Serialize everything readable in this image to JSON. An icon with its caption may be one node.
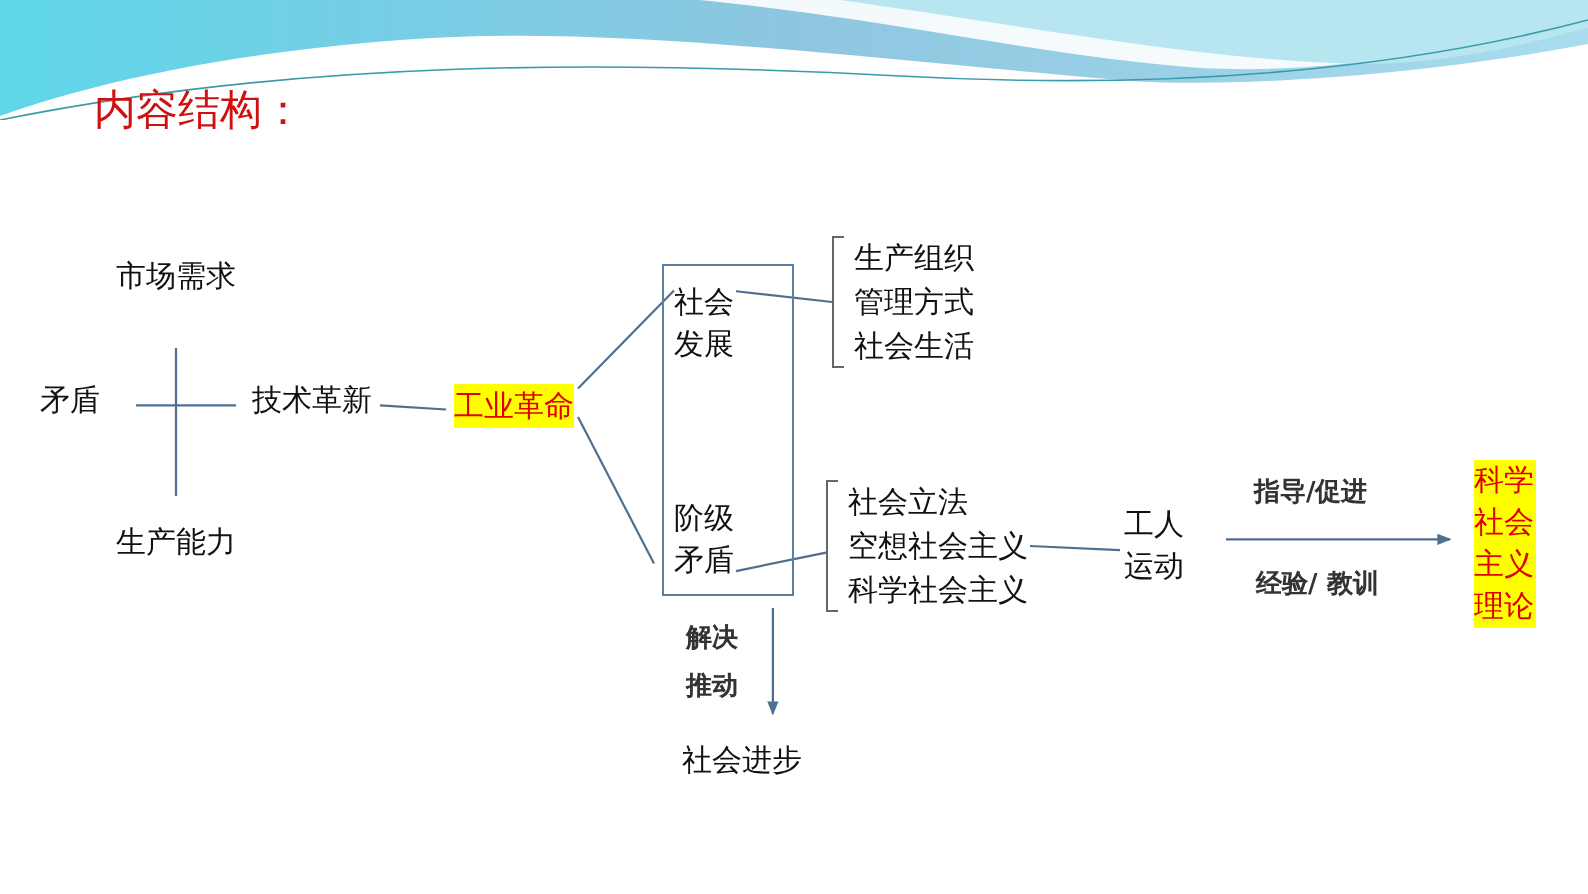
{
  "diagram": {
    "title": "内容结构：",
    "nodes": [
      {
        "text": [
          "矛盾"
        ]
      },
      {
        "text": [
          "市场需求"
        ]
      },
      {
        "text": [
          "生产能力"
        ]
      },
      {
        "text": [
          "技术革新"
        ]
      },
      {
        "text": [
          "工业革命"
        ]
      },
      {
        "text": [],
        "shape": "box"
      },
      {
        "text": [
          "社会发展"
        ],
        "in": 5
      },
      {
        "text": [
          "阶级矛盾"
        ],
        "in": 5
      },
      {
        "text": [
          "生产组织",
          "管理方式",
          "社会生活"
        ]
      },
      {
        "text": [
          "社会立法",
          "空想社会主义",
          "科学社会主义"
        ]
      },
      {
        "text": [
          "工人运动"
        ]
      },
      {
        "text": [
          "科学社会主义理论"
        ]
      },
      {
        "text": [
          "社会进步"
        ]
      }
    ],
    "edges": [
      {
        "from": 0,
        "to": 3,
        "arrow": "none"
      },
      {
        "from": 1,
        "to": 2,
        "arrow": "none"
      },
      {
        "from": 3,
        "to": 4,
        "arrow": "none"
      },
      {
        "from": 4,
        "to": 6,
        "arrow": "none"
      },
      {
        "from": 4,
        "to": 7,
        "arrow": "none"
      },
      {
        "from": 6,
        "to": 8,
        "arrow": "none"
      },
      {
        "from": 7,
        "to": 9,
        "arrow": "none"
      },
      {
        "from": 9,
        "to": 10,
        "arrow": "none"
      },
      {
        "from": 10,
        "to": 11,
        "arrow": "to",
        "label": "指导/促进"
      },
      {
        "from": 5,
        "to": 12,
        "arrow": "to",
        "label": "解决推动"
      }
    ],
    "labels": [
      "经验/ 教训"
    ]
  }
}
